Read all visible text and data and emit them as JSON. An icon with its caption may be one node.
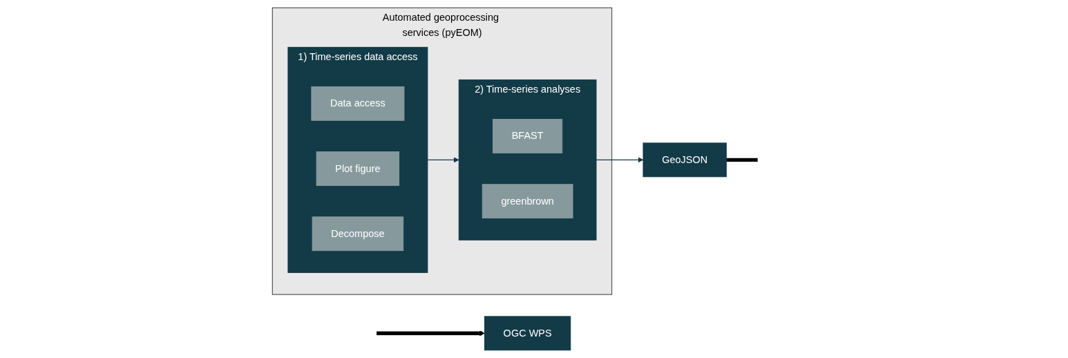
{
  "diagram": {
    "nodes": [
      {
        "text": [
          "Automated geoprocessing services (pyEOM)"
        ]
      },
      {
        "text": [
          "OGC WPS"
        ]
      },
      {
        "text": [
          "GeoJSON"
        ]
      },
      {
        "text": [
          "1) Time-series data access"
        ],
        "in": 0
      },
      {
        "text": [
          "Data access"
        ],
        "in": 3
      },
      {
        "text": [
          "Plot figure"
        ],
        "in": 3
      },
      {
        "text": [
          "Decompose"
        ],
        "in": 3
      },
      {
        "text": [
          "2) Time-series analyses"
        ],
        "in": 0
      },
      {
        "text": [
          "BFAST"
        ],
        "in": 7
      },
      {
        "text": [
          "greenbrown"
        ],
        "in": 7
      }
    ],
    "edges": [
      {
        "from": null,
        "to": 1,
        "arrow": "to",
        "style": "thick",
        "color": "#000000"
      },
      {
        "from": 3,
        "to": 7,
        "arrow": "to"
      },
      {
        "from": 7,
        "to": 2,
        "arrow": "to"
      },
      {
        "from": 2,
        "to": null,
        "arrow": "none",
        "style": "thick",
        "color": "#000000"
      }
    ]
  }
}
